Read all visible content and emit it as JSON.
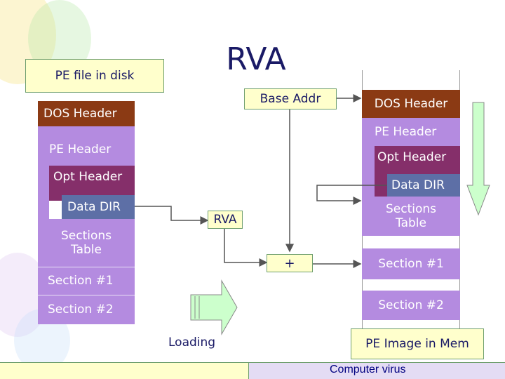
{
  "title": "RVA",
  "disk_label": "PE file in disk",
  "mem_label": "PE Image in Mem",
  "base_addr": "Base Addr",
  "rva_box": "RVA",
  "plus": "+",
  "loading": "Loading",
  "footer": "Computer virus",
  "disk": {
    "dos": "DOS Header",
    "pe": "PE Header",
    "opt": "Opt Header",
    "ddir": "Data DIR",
    "sections_table": "Sections\nTable",
    "sec1": "Section #1",
    "sec2": "Section #2"
  },
  "mem": {
    "dos": "DOS Header",
    "pe": "PE Header",
    "opt": "Opt Header",
    "ddir": "Data DIR",
    "sections_table": "Sections\nTable",
    "sec1": "Section #1",
    "sec2": "Section #2"
  },
  "colors": {
    "dos": "#8b3a14",
    "pe_section": "#b48be0",
    "opt": "#852f6a",
    "data_dir": "#5d6fa6",
    "label_bg": "#ffffcc",
    "arrow_green": "#ccffcc"
  }
}
